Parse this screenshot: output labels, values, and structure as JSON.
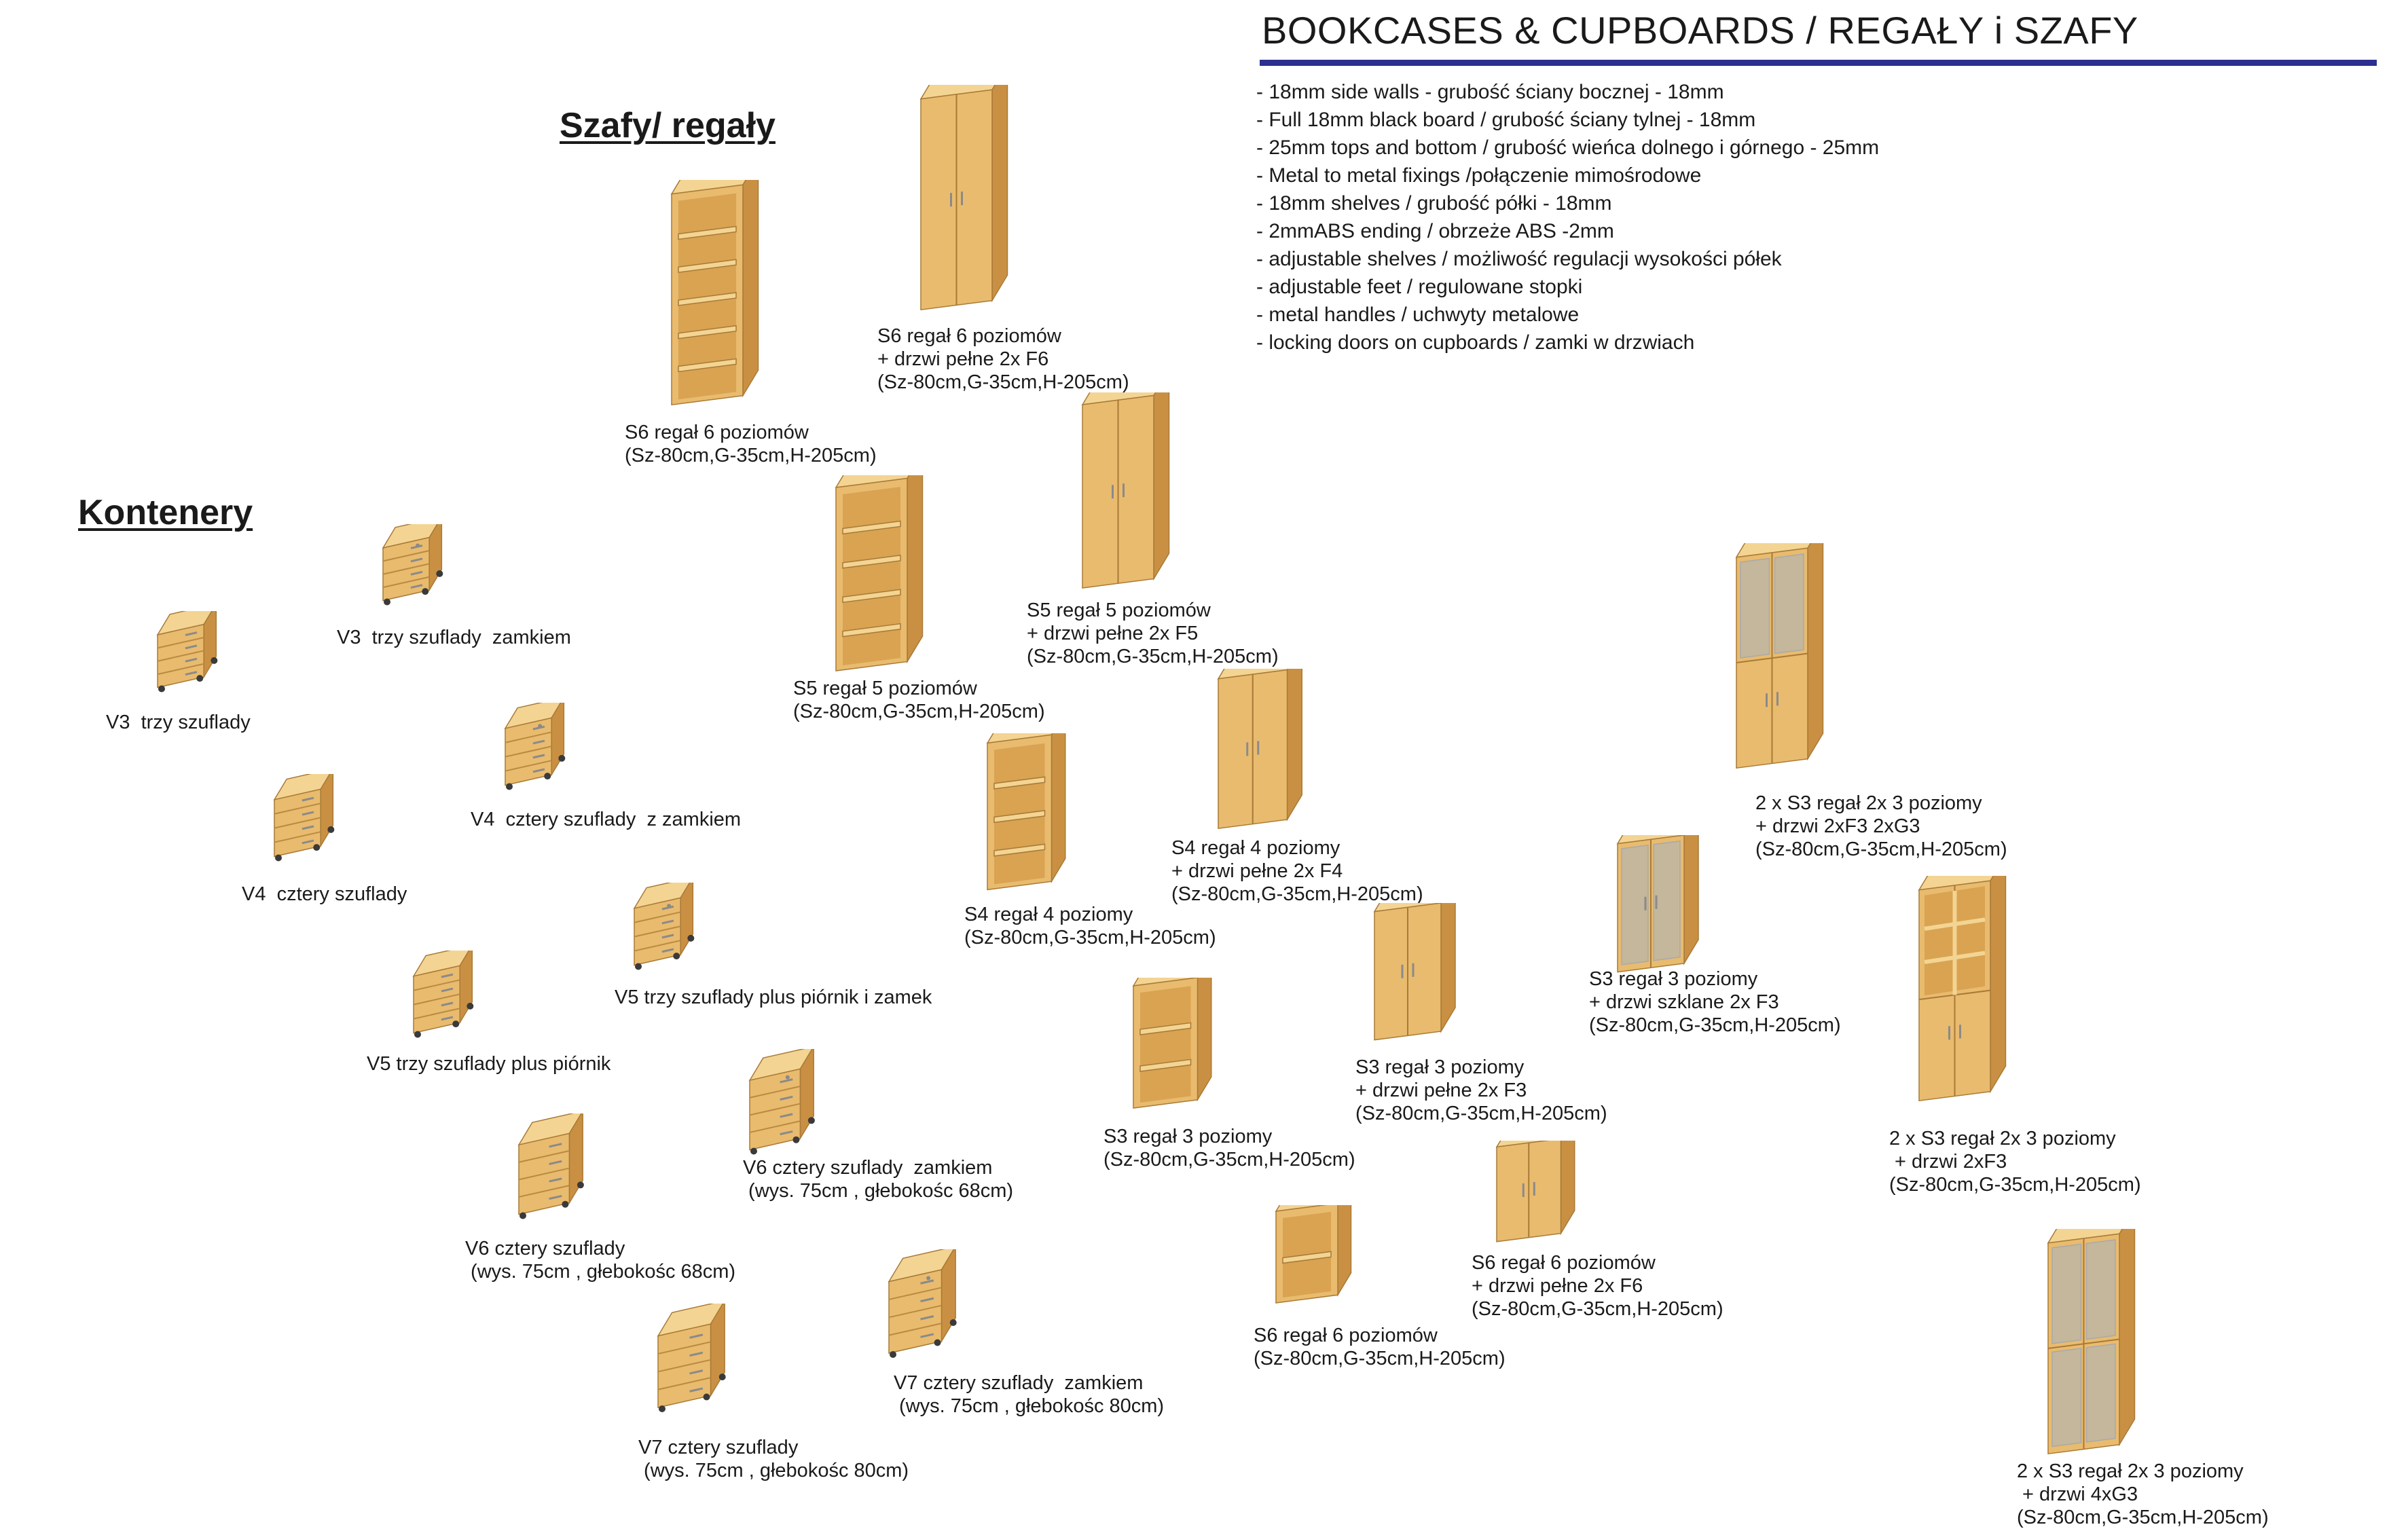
{
  "header": {
    "title": "BOOKCASES & CUPBOARDS / REGAŁY i SZAFY",
    "accent_color": "#2b2f8f",
    "features": [
      "- 18mm side walls - grubość ściany bocznej - 18mm",
      "- Full 18mm black board / grubość ściany tylnej - 18mm",
      "- 25mm tops and bottom / grubość wieńca dolnego i górnego - 25mm",
      "- Metal to metal fixings /połączenie mimośrodowe",
      "- 18mm shelves / grubość półki - 18mm",
      "- 2mmABS ending / obrzeże ABS -2mm",
      "- adjustable shelves / możliwość regulacji wysokości półek",
      "- adjustable feet / regulowane stopki",
      "- metal handles / uchwyty metalowe",
      "- locking doors on cupboards / zamki w drzwiach"
    ]
  },
  "sections": {
    "szafy": "Szafy/ regały",
    "kontenery": "Kontenery"
  },
  "colors": {
    "wood_front": "#e9bb6e",
    "wood_side": "#c99043",
    "wood_top": "#f3d493",
    "wood_inner": "#d9a352",
    "glass": "#c4b79b",
    "frame_metal": "#a9a9a9",
    "handle": "#8a8a8a",
    "wheel": "#3a3a3a"
  },
  "containers": [
    {
      "label": [
        "V3  trzy szuflady"
      ],
      "icon": "drawer-3-icon"
    },
    {
      "label": [
        "V3  trzy szuflady  zamkiem"
      ],
      "icon": "drawer-3-lock-icon"
    },
    {
      "label": [
        "V4  cztery szuflady"
      ],
      "icon": "drawer-4-icon"
    },
    {
      "label": [
        "V4  cztery szuflady  z zamkiem"
      ],
      "icon": "drawer-4-lock-icon"
    },
    {
      "label": [
        "V5 trzy szuflady plus piórnik"
      ],
      "icon": "drawer-5-icon"
    },
    {
      "label": [
        "V5 trzy szuflady plus piórnik i zamek"
      ],
      "icon": "drawer-5-lock-icon"
    },
    {
      "label": [
        "V6 cztery szuflady",
        " (wys. 75cm , głebokośc 68cm)"
      ],
      "icon": "drawer-6-icon"
    },
    {
      "label": [
        "V6 cztery szuflady  zamkiem",
        " (wys. 75cm , głebokośc 68cm)"
      ],
      "icon": "drawer-6-lock-icon"
    },
    {
      "label": [
        "V7 cztery szuflady",
        " (wys. 75cm , głebokośc 80cm)"
      ],
      "icon": "drawer-7-icon"
    },
    {
      "label": [
        "V7 cztery szuflady  zamkiem",
        " (wys. 75cm , głebokośc 80cm)"
      ],
      "icon": "drawer-7-lock-icon"
    }
  ],
  "cabinets": [
    {
      "label": [
        "S6 regał 6 poziomów",
        "(Sz-80cm,G-35cm,H-205cm)"
      ],
      "icon": "open-bookcase-icon"
    },
    {
      "label": [
        "S6 regał 6 poziomów",
        "+ drzwi pełne 2x F6",
        "(Sz-80cm,G-35cm,H-205cm)"
      ],
      "icon": "cupboard-icon"
    },
    {
      "label": [
        "S5 regał 5 poziomów",
        "(Sz-80cm,G-35cm,H-205cm)"
      ],
      "icon": "open-bookcase-icon"
    },
    {
      "label": [
        "S5 regał 5 poziomów",
        "+ drzwi pełne 2x F5",
        "(Sz-80cm,G-35cm,H-205cm)"
      ],
      "icon": "cupboard-icon"
    },
    {
      "label": [
        "S4 regał 4 poziomy",
        "(Sz-80cm,G-35cm,H-205cm)"
      ],
      "icon": "open-bookcase-icon"
    },
    {
      "label": [
        "S4 regał 4 poziomy",
        "+ drzwi pełne 2x F4",
        "(Sz-80cm,G-35cm,H-205cm)"
      ],
      "icon": "cupboard-icon"
    },
    {
      "label": [
        "S3 regał 3 poziomy",
        "(Sz-80cm,G-35cm,H-205cm)"
      ],
      "icon": "open-bookcase-icon"
    },
    {
      "label": [
        "S3 regał 3 poziomy",
        "+ drzwi pełne 2x F3",
        "(Sz-80cm,G-35cm,H-205cm)"
      ],
      "icon": "cupboard-icon"
    },
    {
      "label": [
        "S6 regał 6 poziomów",
        "(Sz-80cm,G-35cm,H-205cm)"
      ],
      "icon": "open-bookcase-icon"
    },
    {
      "label": [
        "S6 regał 6 poziomów",
        "+ drzwi pełne 2x F6",
        "(Sz-80cm,G-35cm,H-205cm)"
      ],
      "icon": "cupboard-icon"
    },
    {
      "label": [
        "S3 regał 3 poziomy",
        "+ drzwi szklane 2x F3",
        "(Sz-80cm,G-35cm,H-205cm)"
      ],
      "icon": "glass-cupboard-icon"
    },
    {
      "label": [
        "2 x S3 regał 2x 3 poziomy",
        "+ drzwi 2xF3 2xG3",
        "(Sz-80cm,G-35cm,H-205cm)"
      ],
      "icon": "glass-cupboard-icon"
    },
    {
      "label": [
        "2 x S3 regał 2x 3 poziomy",
        " + drzwi 2xF3",
        "(Sz-80cm,G-35cm,H-205cm)"
      ],
      "icon": "cupboard-icon"
    },
    {
      "label": [
        "2 x S3 regał 2x 3 poziomy",
        " + drzwi 4xG3",
        "(Sz-80cm,G-35cm,H-205cm)"
      ],
      "icon": "glass-cupboard-icon"
    }
  ]
}
